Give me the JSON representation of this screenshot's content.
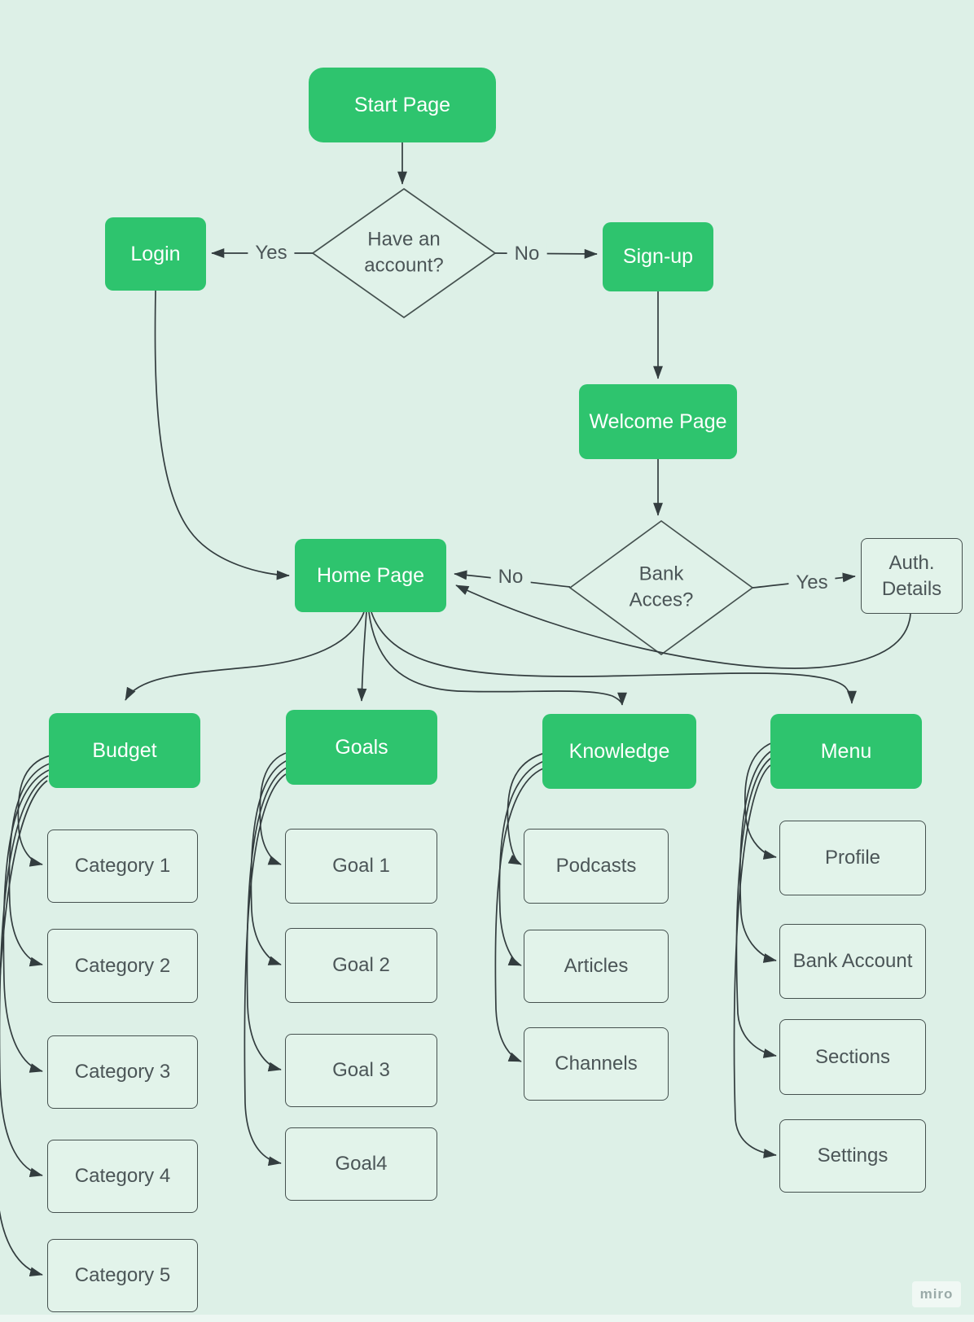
{
  "board": {
    "watermark": "miro"
  },
  "colors": {
    "background": "#ddf0e7",
    "shape_green": "#2ec46e",
    "shape_text_light": "#ffffff",
    "shape_outline": "#45514f",
    "text_dark": "#4b5557",
    "connector": "#333d3f"
  },
  "flowchart": {
    "nodes": {
      "start_page": {
        "label": "Start Page"
      },
      "have_account": {
        "label": "Have an account?"
      },
      "login": {
        "label": "Login"
      },
      "sign_up": {
        "label": "Sign-up"
      },
      "welcome_page": {
        "label": "Welcome Page"
      },
      "bank_access": {
        "label": "Bank Acces?"
      },
      "home_page": {
        "label": "Home Page"
      },
      "auth_details": {
        "label": "Auth. Details"
      },
      "budget": {
        "label": "Budget"
      },
      "goals": {
        "label": "Goals"
      },
      "knowledge": {
        "label": "Knowledge"
      },
      "menu": {
        "label": "Menu"
      },
      "category_1": {
        "label": "Category 1"
      },
      "category_2": {
        "label": "Category 2"
      },
      "category_3": {
        "label": "Category 3"
      },
      "category_4": {
        "label": "Category 4"
      },
      "category_5": {
        "label": "Category 5"
      },
      "goal_1": {
        "label": "Goal 1"
      },
      "goal_2": {
        "label": "Goal 2"
      },
      "goal_3": {
        "label": "Goal 3"
      },
      "goal_4": {
        "label": "Goal4"
      },
      "podcasts": {
        "label": "Podcasts"
      },
      "articles": {
        "label": "Articles"
      },
      "channels": {
        "label": "Channels"
      },
      "profile": {
        "label": "Profile"
      },
      "bank_account": {
        "label": "Bank Account"
      },
      "sections": {
        "label": "Sections"
      },
      "settings": {
        "label": "Settings"
      }
    },
    "edge_labels": {
      "have_account_yes": "Yes",
      "have_account_no": "No",
      "bank_access_no": "No",
      "bank_access_yes": "Yes"
    }
  }
}
